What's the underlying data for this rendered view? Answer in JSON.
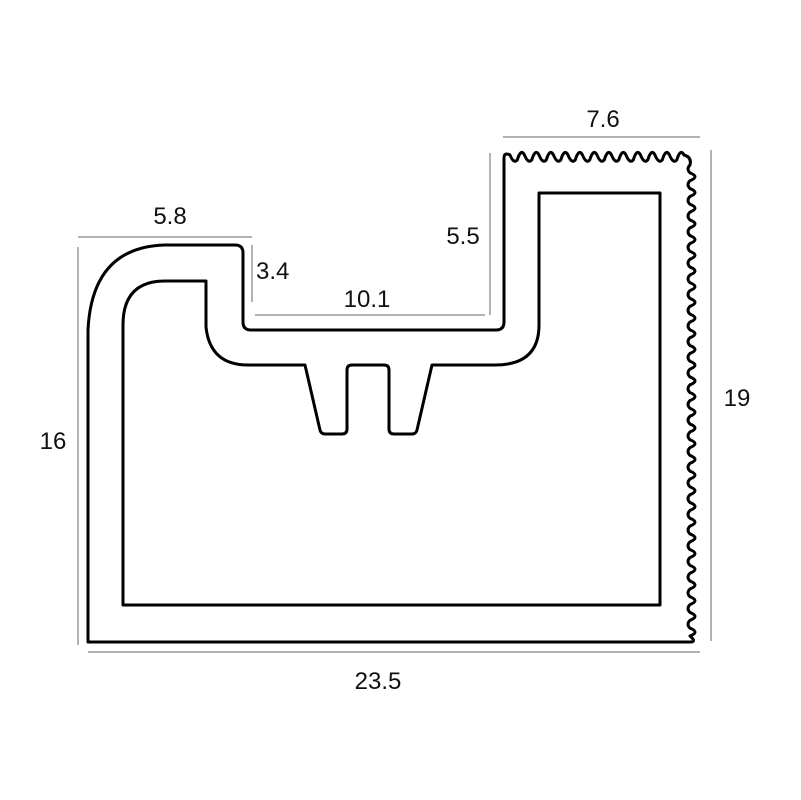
{
  "diagram": {
    "type": "profile cross-section",
    "line_color": "#000000",
    "dimension_line_color": "#666666",
    "dimensions": {
      "top_left_width": "5.8",
      "step_height": "3.4",
      "channel_width": "10.1",
      "right_step_height": "5.5",
      "top_right_width": "7.6",
      "right_height": "19",
      "left_height": "16",
      "total_width": "23.5"
    }
  }
}
